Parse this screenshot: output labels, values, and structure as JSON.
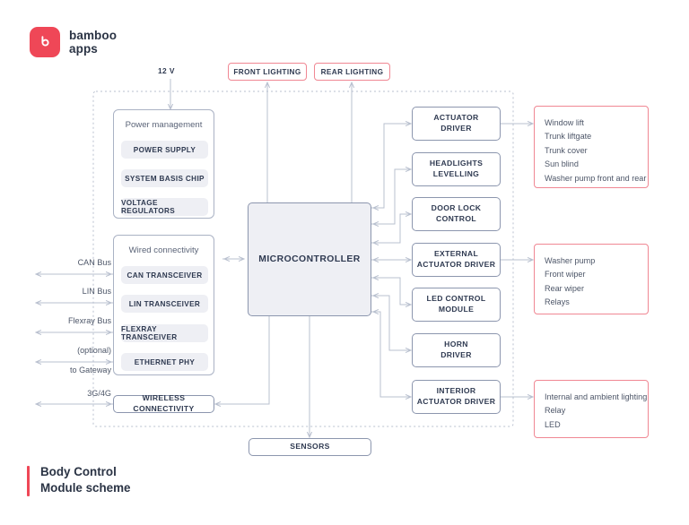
{
  "brand": {
    "name_line1": "bamboo",
    "name_line2": "apps",
    "logo_icon": "bamboo-b-icon",
    "logo_color": "#ef4757"
  },
  "caption": {
    "line1": "Body Control",
    "line2": "Module scheme",
    "accent_color": "#ef4757"
  },
  "diagram": {
    "title": "Body Control Module scheme",
    "boundary": "dashed ECU enclosure",
    "power_label": "12 V",
    "top_nodes": [
      {
        "label": "FRONT LIGHTING"
      },
      {
        "label": "REAR LIGHTING"
      }
    ],
    "groups": [
      {
        "title": "Power management",
        "items": [
          {
            "label": "POWER SUPPLY"
          },
          {
            "label": "SYSTEM BASIS CHIP"
          },
          {
            "label": "VOLTAGE REGULATORS"
          }
        ]
      },
      {
        "title": "Wired connectivity",
        "items": [
          {
            "label": "CAN TRANSCEIVER"
          },
          {
            "label": "LIN TRANSCEIVER"
          },
          {
            "label": "FLEXRAY TRANSCEIVER"
          },
          {
            "label": "ETHERNET PHY"
          }
        ]
      }
    ],
    "wireless_node": {
      "label": "WIRELESS CONNECTIVITY"
    },
    "core": {
      "label": "MICROCONTROLLER"
    },
    "sensors_node": {
      "label": "SENSORS"
    },
    "bus_labels": [
      {
        "text": "CAN Bus"
      },
      {
        "text": "LIN Bus"
      },
      {
        "text": "Flexray Bus"
      },
      {
        "text": "(optional)"
      },
      {
        "text": "to Gateway"
      },
      {
        "text": "3G/4G"
      }
    ],
    "drivers": [
      {
        "line1": "ACTUATOR",
        "line2": "DRIVER"
      },
      {
        "line1": "HEADLIGHTS",
        "line2": "LEVELLING"
      },
      {
        "line1": "DOOR LOCK",
        "line2": "CONTROL"
      },
      {
        "line1": "EXTERNAL",
        "line2": "ACTUATOR DRIVER"
      },
      {
        "line1": "LED CONTROL",
        "line2": "MODULE"
      },
      {
        "line1": "HORN",
        "line2": "DRIVER"
      },
      {
        "line1": "INTERIOR",
        "line2": "ACTUATOR DRIVER"
      }
    ],
    "output_lists": [
      {
        "items": [
          "Window lift",
          "Trunk liftgate",
          "Trunk cover",
          "Sun blind",
          "Washer pump front and rear"
        ]
      },
      {
        "items": [
          "Washer pump",
          "Front wiper",
          "Rear wiper",
          "Relays"
        ]
      },
      {
        "items": [
          "Internal and ambient lighting",
          "Relay",
          "LED"
        ]
      }
    ]
  },
  "colors": {
    "accent_red": "#ef4757",
    "soft_red": "#f08793",
    "ink": "#2f3a51",
    "muted": "#4d5668",
    "line": "#b9c0cf",
    "fill": "#eeeff4"
  }
}
